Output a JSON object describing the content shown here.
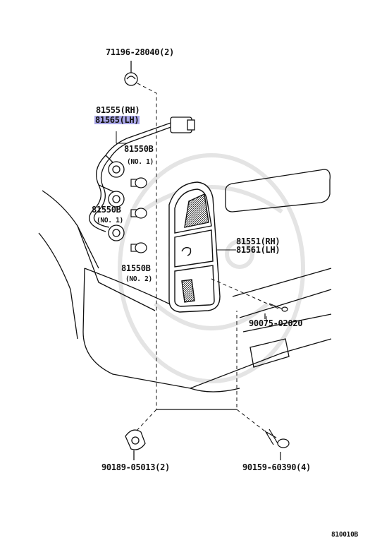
{
  "parts": {
    "clip_top": "71196-28040(2)",
    "socket_rh": "81555(RH)",
    "socket_lh": "81565(LH)",
    "bulb_1": "81550B",
    "bulb_1_note": "(NO. 1)",
    "bulb_2": "81550B",
    "bulb_2_note": "(NO. 1)",
    "bulb_3": "81550B",
    "bulb_3_note": "(NO. 2)",
    "lamp_rh": "81551(RH)",
    "lamp_lh": "81561(LH)",
    "screw": "90075-02020",
    "clip_bottom": "90189-05013(2)",
    "bolt": "90159-60390(4)"
  },
  "footer": {
    "diagram_id": "810010B"
  },
  "colors": {
    "line": "#111111",
    "highlight": "#a9a6e6",
    "watermark": "#e6e6e6"
  }
}
